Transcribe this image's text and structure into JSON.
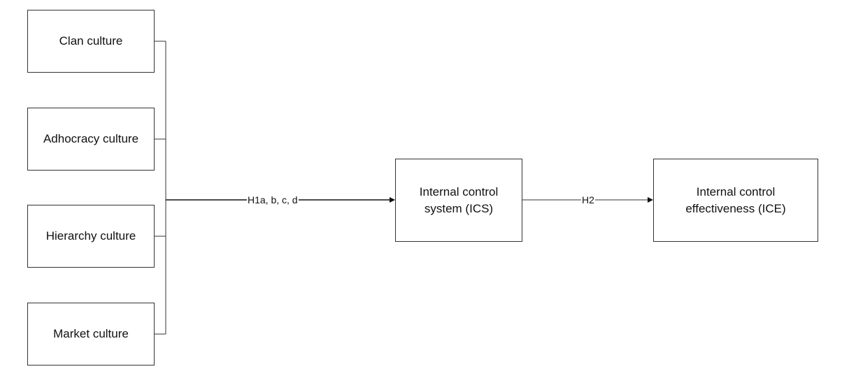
{
  "boxes": {
    "clan": "Clan culture",
    "adhocracy": "Adhocracy culture",
    "hierarchy": "Hierarchy culture",
    "market": "Market culture",
    "ics_line1": "Internal control",
    "ics_line2": "system (ICS)",
    "ice_line1": "Internal control",
    "ice_line2": "effectiveness (ICE)"
  },
  "paths": {
    "h1": "H1a, b, c, d",
    "h2": "H2"
  }
}
